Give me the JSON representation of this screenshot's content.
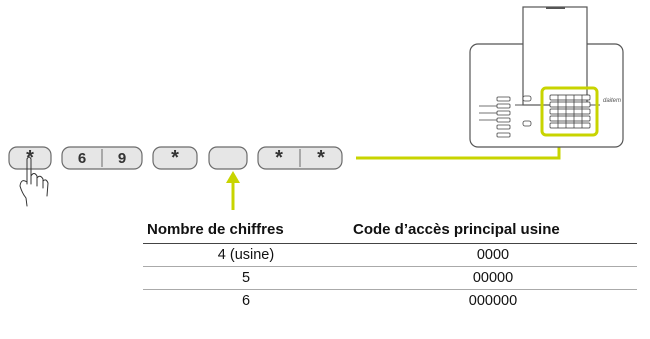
{
  "keypad": {
    "keys": [
      "*",
      "6",
      "9",
      "*",
      "",
      "*",
      "*"
    ]
  },
  "device": {
    "brand_mark": "daitem"
  },
  "table": {
    "headers": [
      "Nombre de chiffres",
      "Code d’accès principal usine"
    ],
    "rows": [
      [
        "4 (usine)",
        "0000"
      ],
      [
        "5",
        "00000"
      ],
      [
        "6",
        "000000"
      ]
    ]
  },
  "colors": {
    "accent": "#c8d400",
    "key_fill": "#e6e6e6",
    "key_stroke": "#6b6b6b"
  }
}
